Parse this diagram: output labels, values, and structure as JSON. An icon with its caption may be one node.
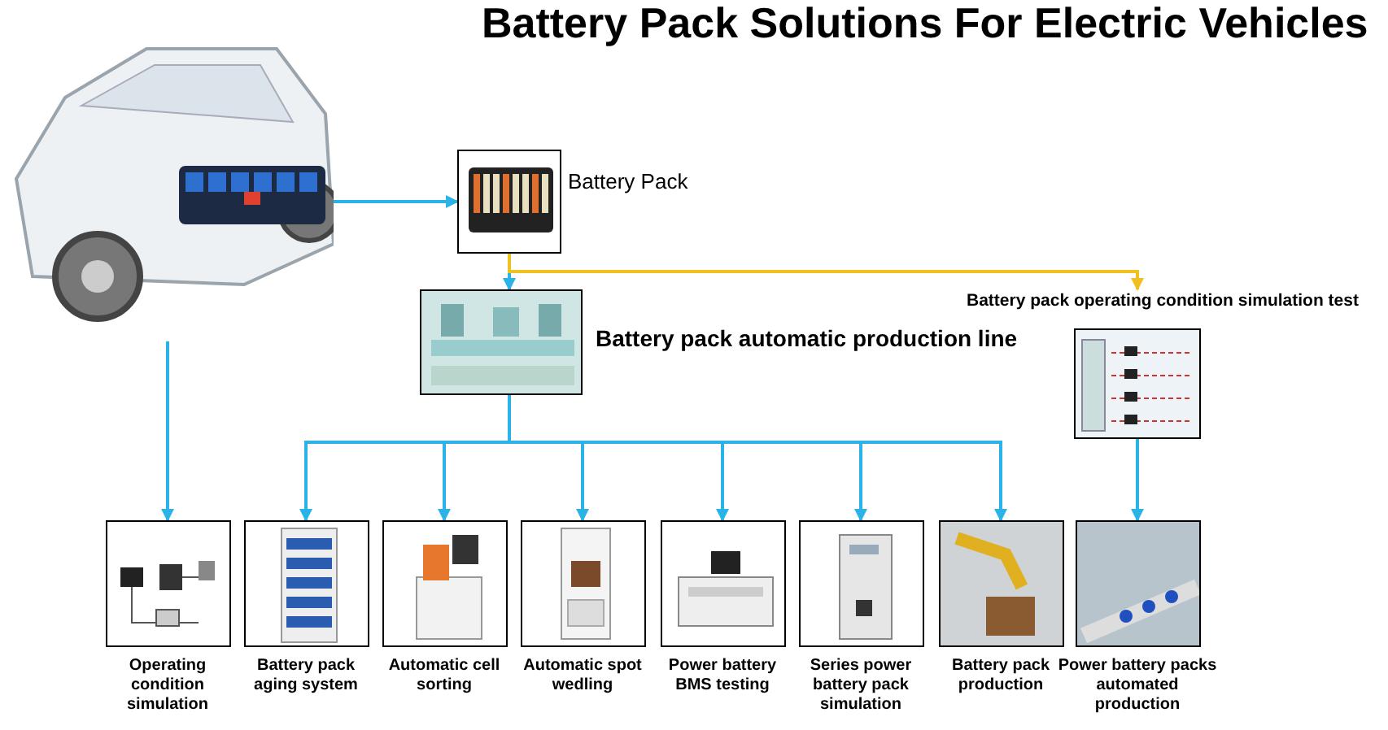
{
  "diagram": {
    "title": "Battery Pack Solutions For Electric Vehicles",
    "nodes": [
      {
        "text": [],
        "shape": "picture"
      },
      {
        "text": [
          "Battery Pack"
        ]
      },
      {
        "text": [
          "Battery pack automatic production line"
        ]
      },
      {
        "text": [
          "Battery pack operating condition simulation test"
        ]
      },
      {
        "text": [
          "Operating condition simulation"
        ]
      },
      {
        "text": [
          "Battery pack aging system"
        ]
      },
      {
        "text": [
          "Automatic cell sorting"
        ]
      },
      {
        "text": [
          "Automatic spot wedling"
        ]
      },
      {
        "text": [
          "Power battery BMS testing"
        ]
      },
      {
        "text": [
          "Series power battery pack simulation"
        ]
      },
      {
        "text": [
          "Battery pack production"
        ]
      },
      {
        "text": [
          "Power battery packs automated production"
        ]
      }
    ],
    "edges": [
      {
        "from": 0,
        "to": 1,
        "arrow": "to"
      },
      {
        "from": 1,
        "to": 2,
        "arrow": "to"
      },
      {
        "from": 1,
        "to": 3,
        "arrow": "to",
        "color": "#f0c020"
      },
      {
        "from": 0,
        "to": 4,
        "arrow": "to"
      },
      {
        "from": 2,
        "to": 5,
        "arrow": "to"
      },
      {
        "from": 2,
        "to": 6,
        "arrow": "to"
      },
      {
        "from": 2,
        "to": 7,
        "arrow": "to"
      },
      {
        "from": 2,
        "to": 8,
        "arrow": "to"
      },
      {
        "from": 2,
        "to": 9,
        "arrow": "to"
      },
      {
        "from": 2,
        "to": 10,
        "arrow": "to"
      },
      {
        "from": 3,
        "to": 11,
        "arrow": "to"
      }
    ]
  }
}
